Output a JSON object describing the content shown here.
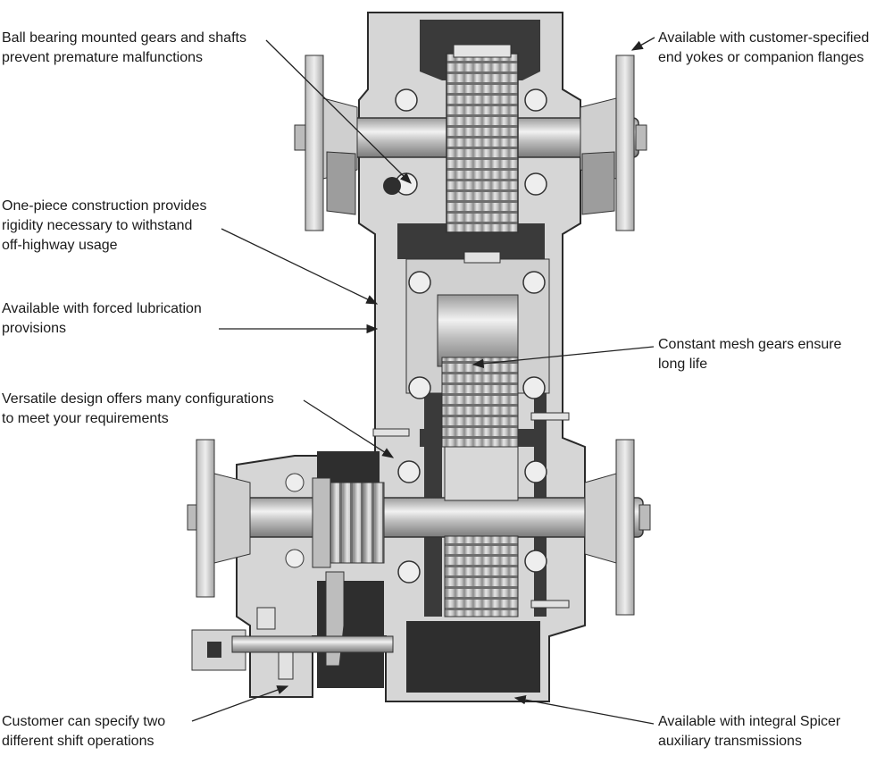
{
  "callouts": {
    "ball_bearing": {
      "lines": [
        "Ball bearing mounted gears and shafts",
        "prevent premature malfunctions"
      ]
    },
    "one_piece": {
      "lines": [
        "One-piece construction provides",
        "rigidity necessary to withstand",
        "off-highway usage"
      ]
    },
    "forced_lubrication": {
      "lines": [
        "Available with forced lubrication",
        "provisions"
      ]
    },
    "versatile_design": {
      "lines": [
        "Versatile design offers many configurations",
        "to meet your requirements"
      ]
    },
    "shift_operations": {
      "lines": [
        "Customer can specify two",
        "different shift operations"
      ]
    },
    "end_yokes": {
      "lines": [
        "Available with customer-specified",
        "end yokes or companion flanges"
      ]
    },
    "constant_mesh": {
      "lines": [
        "Constant mesh gears ensure",
        "long life"
      ]
    },
    "auxiliary": {
      "lines": [
        "Available with integral Spicer",
        "auxiliary transmissions"
      ]
    }
  },
  "colors": {
    "text": "#1a1a1a",
    "casing": "#d6d6d6",
    "casing_dark": "#3a3a3a",
    "metal": "#c8c8c8",
    "metal_light": "#ececec",
    "leader": "#222222"
  }
}
